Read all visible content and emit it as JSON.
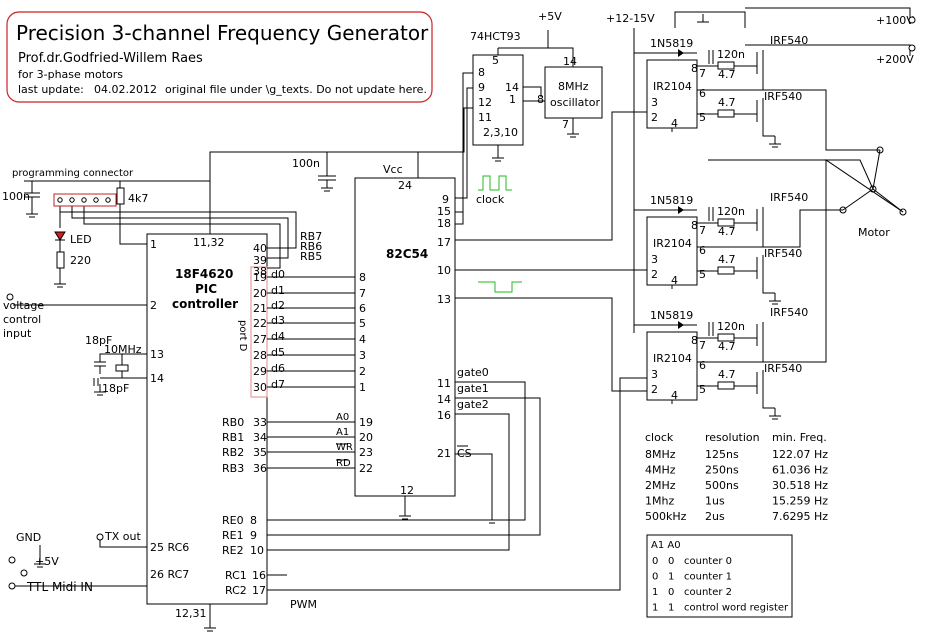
{
  "title_block": {
    "title": "Precision 3-channel Frequency Generator",
    "author": "Prof.dr.Godfried-Willem Raes",
    "subtitle": "for 3-phase motors",
    "update_label": "last update:",
    "update_date": "04.02.2012",
    "note": "original file under \\g_texts. Do not update here."
  },
  "chips": {
    "pic": {
      "name": "18F4620",
      "line2": "PIC",
      "line3": "controller",
      "port_label": "port D"
    },
    "timer": {
      "name": "82C54"
    },
    "divider": {
      "name": "74HCT93",
      "gnd_pins": "2,3,10"
    },
    "osc": {
      "line1": "8MHz",
      "line2": "oscillator"
    },
    "drivers": [
      "IR2104",
      "IR2104",
      "IR2104"
    ]
  },
  "pins": {
    "pic_left": [
      "1",
      "2",
      "13",
      "14",
      "25 RC6",
      "26 RC7"
    ],
    "pic_top": "11,32",
    "pic_bottom": "12,31",
    "pic_rb_top": [
      "40",
      "39",
      "38"
    ],
    "pic_rb_names": [
      "RB7",
      "RB6",
      "RB5"
    ],
    "pic_portd": [
      "19",
      "20",
      "21",
      "22",
      "27",
      "28",
      "29",
      "30"
    ],
    "pic_dnames": [
      "d0",
      "d1",
      "d2",
      "d3",
      "d4",
      "d5",
      "d6",
      "d7"
    ],
    "pic_rb_low_names": [
      "RB0",
      "RB1",
      "RB2",
      "RB3"
    ],
    "pic_rb_low_pins": [
      "33",
      "34",
      "35",
      "36"
    ],
    "pic_re_names": [
      "RE0",
      "RE1",
      "RE2"
    ],
    "pic_re_pins": [
      "8",
      "9",
      "10"
    ],
    "pic_rc_names": [
      "RC1",
      "RC2"
    ],
    "pic_rc_pins": [
      "16",
      "17"
    ],
    "timer_data": [
      "8",
      "7",
      "6",
      "5",
      "4",
      "3",
      "2",
      "1"
    ],
    "timer_ctrl_pins": [
      "19",
      "20",
      "23",
      "22"
    ],
    "timer_ctrl_names": [
      "A0",
      "A1",
      "WR",
      "RD"
    ],
    "timer_vcc": "Vcc",
    "timer_vcc_pin": "24",
    "timer_gnd": "12",
    "timer_right_pins": [
      "9",
      "15",
      "18",
      "17",
      "10",
      "13",
      "11",
      "14",
      "16",
      "21"
    ],
    "timer_gate_names": [
      "gate0",
      "gate1",
      "gate2"
    ],
    "timer_cs": "CS",
    "divider_in": [
      "8",
      "9",
      "12",
      "11"
    ],
    "divider_top": "5",
    "divider_out": [
      "14",
      "1"
    ],
    "osc_pins": [
      "14",
      "8",
      "7"
    ],
    "driver_pins": [
      "8",
      "7",
      "6",
      "3",
      "2",
      "4",
      "5"
    ]
  },
  "labels": {
    "plus5v": "+5V",
    "plus12v": "+12-15V",
    "plus100v": "+100V",
    "plus200v": "+200V",
    "programming": "programming connector",
    "cap100n": "100n",
    "res4k7": "4k7",
    "led": "LED",
    "res220": "220",
    "voltage_input": [
      "voltage",
      "control",
      "input"
    ],
    "cap18p": "18pF",
    "crystal": "10MHz",
    "gnd": "GND",
    "tx_out": "TX out",
    "ttl_midi": "TTL Midi IN",
    "pwm": "PWM",
    "clock": "clock",
    "diode": "1N5819",
    "cap120n": "120n",
    "res4_7": "4.7",
    "mosfet": "IRF540",
    "motor": "Motor"
  },
  "freq_table": {
    "headers": [
      "clock",
      "resolution",
      "min. Freq."
    ],
    "rows": [
      [
        "8MHz",
        "125ns",
        "122.07 Hz"
      ],
      [
        "4MHz",
        "250ns",
        "61.036 Hz"
      ],
      [
        "2MHz",
        "500ns",
        "30.518 Hz"
      ],
      [
        "1Mhz",
        "1us",
        "15.259 Hz"
      ],
      [
        "500kHz",
        "2us",
        "7.6295 Hz"
      ]
    ]
  },
  "address_table": {
    "header": "A1 A0",
    "rows": [
      [
        "0",
        "0",
        "counter 0"
      ],
      [
        "0",
        "1",
        "counter 1"
      ],
      [
        "1",
        "0",
        "counter 2"
      ],
      [
        "1",
        "1",
        "control word register"
      ]
    ]
  }
}
